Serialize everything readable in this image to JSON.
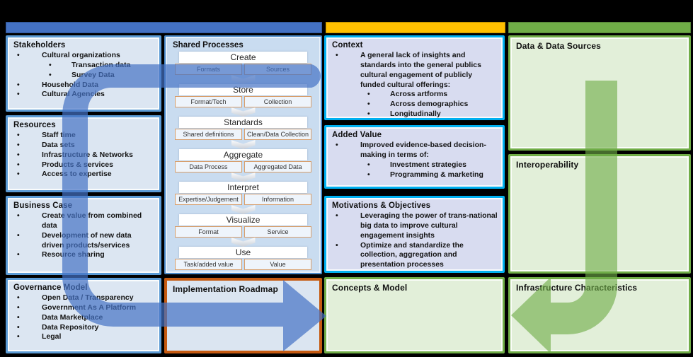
{
  "palette": {
    "header_blue": "#4472C4",
    "header_yellow": "#FFC000",
    "header_green": "#70AD47",
    "box_blue_border": "#5B9BD5",
    "box_cyan_border": "#00B0F0",
    "box_green_border": "#70AD47",
    "roadmap_border": "#C55A11",
    "cell_border": "#D89E6A",
    "arrow_blue": "#4472C4",
    "arrow_green": "#70AD47"
  },
  "left_column": {
    "boxes": [
      {
        "title": "Stakeholders",
        "items": [
          {
            "level": 1,
            "text": "Cultural organizations"
          },
          {
            "level": 2,
            "text": "Transaction data"
          },
          {
            "level": 2,
            "text": "Survey Data"
          },
          {
            "level": 1,
            "text": "Household Data"
          },
          {
            "level": 1,
            "text": "Cultural Agencies"
          }
        ]
      },
      {
        "title": "Resources",
        "items": [
          {
            "level": 1,
            "text": "Staff time"
          },
          {
            "level": 1,
            "text": "Data sets"
          },
          {
            "level": 1,
            "text": "Infrastructure & Networks"
          },
          {
            "level": 1,
            "text": "Products & services"
          },
          {
            "level": 1,
            "text": "Access to expertise"
          }
        ]
      },
      {
        "title": "Business Case",
        "items": [
          {
            "level": 1,
            "text": "Create value from combined data"
          },
          {
            "level": 1,
            "text": "Development of new data driven products/services"
          },
          {
            "level": 1,
            "text": "Resource sharing"
          }
        ]
      },
      {
        "title": "Governance Model",
        "items": [
          {
            "level": 1,
            "text": "Open Data / Transparency"
          },
          {
            "level": 1,
            "text": "Government As A Platform"
          },
          {
            "level": 1,
            "text": "Data Marketplace"
          },
          {
            "level": 1,
            "text": "Data Repository"
          },
          {
            "level": 1,
            "text": "Legal"
          }
        ]
      }
    ]
  },
  "process_column": {
    "title": "Shared Processes",
    "steps": [
      {
        "name": "Create",
        "cells": [
          "Formats",
          "Sources"
        ]
      },
      {
        "name": "Store",
        "cells": [
          "Format/Tech",
          "Collection"
        ]
      },
      {
        "name": "Standards",
        "cells": [
          "Shared definitions",
          "Clean/Data Collection"
        ]
      },
      {
        "name": "Aggregate",
        "cells": [
          "Data Process",
          "Aggregated Data"
        ]
      },
      {
        "name": "Interpret",
        "cells": [
          "Expertise/Judgement",
          "Information"
        ]
      },
      {
        "name": "Visualize",
        "cells": [
          "Format",
          "Service"
        ]
      },
      {
        "name": "Use",
        "cells": [
          "Task/added value",
          "Value"
        ]
      }
    ],
    "roadmap_title": "Implementation Roadmap"
  },
  "context_column": {
    "boxes": [
      {
        "title": "Context",
        "items": [
          {
            "level": 1,
            "text": "A general lack of insights and standards into the general publics cultural engagement of publicly funded cultural offerings:"
          },
          {
            "level": 2,
            "text": "Across artforms"
          },
          {
            "level": 2,
            "text": "Across demographics"
          },
          {
            "level": 2,
            "text": "Longitudinally"
          }
        ]
      },
      {
        "title": "Added Value",
        "items": [
          {
            "level": 1,
            "text": "Improved evidence-based decision-making in terms of:"
          },
          {
            "level": 2,
            "text": "Investment strategies"
          },
          {
            "level": 2,
            "text": "Programming & marketing"
          }
        ]
      },
      {
        "title": "Motivations & Objectives",
        "items": [
          {
            "level": 1,
            "text": "Leveraging the power of trans-national big data to improve cultural engagement insights"
          },
          {
            "level": 1,
            "text": "Optimize and standardize the collection, aggregation and presentation processes"
          }
        ]
      },
      {
        "title": "Concepts & Model",
        "items": []
      }
    ]
  },
  "data_column": {
    "boxes": [
      {
        "title": "Data & Data Sources"
      },
      {
        "title": "Interoperability"
      },
      {
        "title": "Infrastructure Characteristics"
      }
    ]
  }
}
